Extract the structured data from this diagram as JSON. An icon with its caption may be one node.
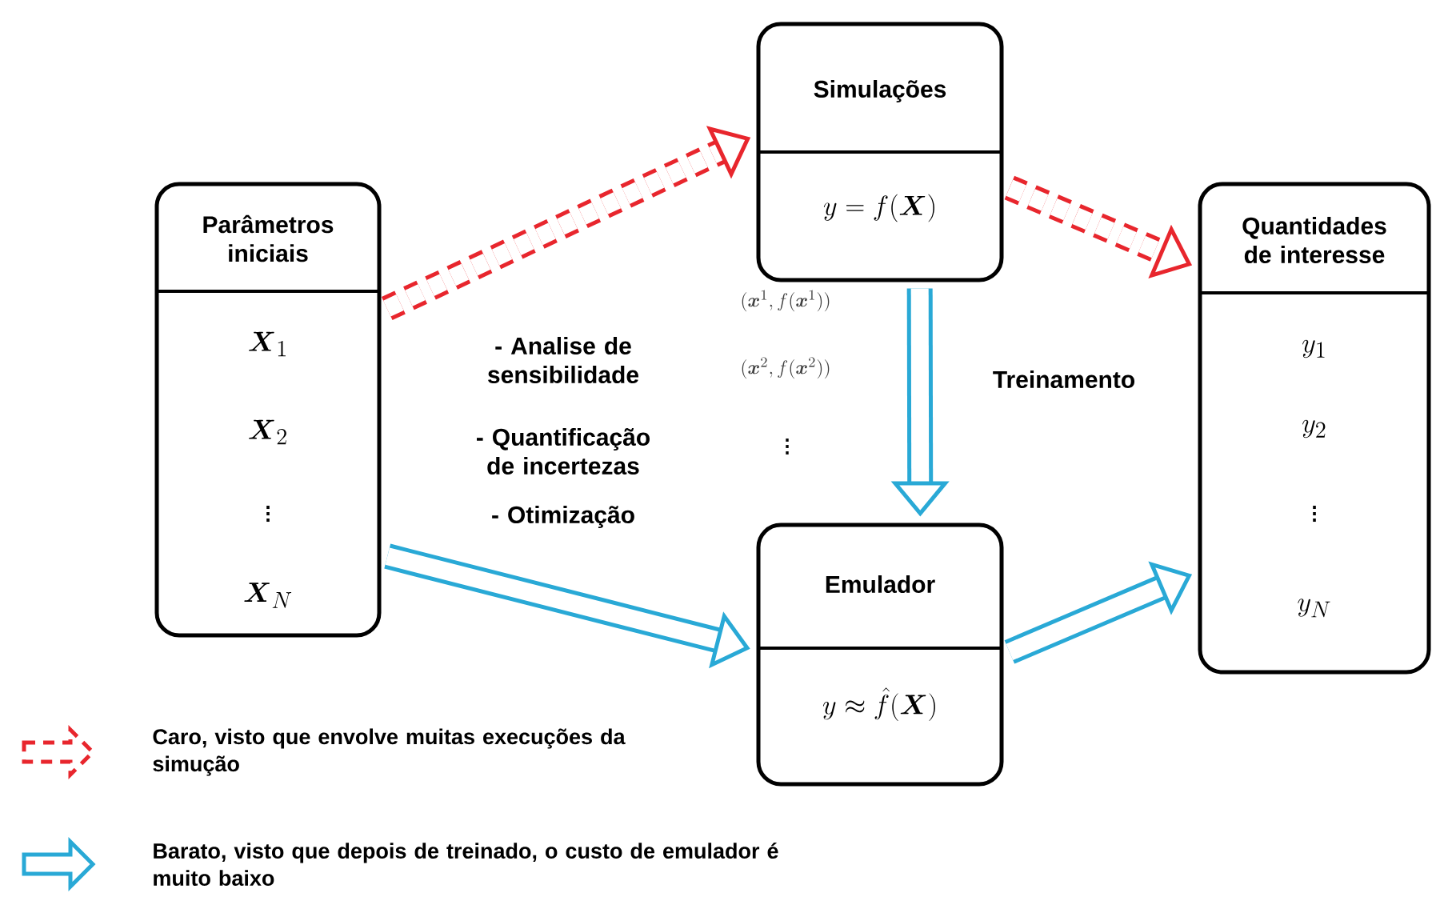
{
  "diagram": {
    "nodes": [
      {
        "text": [
          "Parâmetros iniciais",
          "\\boldsymbol{X}_1",
          "\\boldsymbol{X}_2",
          "\\vdots",
          "\\boldsymbol{X}_N"
        ]
      },
      {
        "text": [
          "Simulações",
          "y = f(\\boldsymbol{X})"
        ]
      },
      {
        "text": [
          "Quantidades de interesse",
          "y_1",
          "y_2",
          "\\vdots",
          "y_N"
        ]
      },
      {
        "text": [
          "Emulador",
          "y \\approx \\hat{f}(\\boldsymbol{X})"
        ]
      }
    ],
    "edges": [
      {
        "from": 0,
        "to": 1,
        "arrow": "to",
        "style": "dashed",
        "color": "#e8262d"
      },
      {
        "from": 1,
        "to": 2,
        "arrow": "to",
        "style": "dashed",
        "color": "#e8262d"
      },
      {
        "from": 1,
        "to": 3,
        "arrow": "to",
        "label": "Treinamento"
      },
      {
        "from": 0,
        "to": 3,
        "arrow": "to"
      },
      {
        "from": 3,
        "to": 2,
        "arrow": "to"
      }
    ],
    "labels": [
      "- Analise de sensibilidade",
      "- Quantificação de incertezas",
      "- Otimização",
      "(\\boldsymbol{x}^1, f(\\boldsymbol{x}^1))",
      "(\\boldsymbol{x}^2, f(\\boldsymbol{x}^2))",
      "\\vdots"
    ],
    "legend": [
      {
        "text": "Caro, visto que envolve muitas execuções da simução"
      },
      {
        "text": "Barato, visto que depois de treinado, o custo de emulador é muito baixo"
      }
    ]
  }
}
